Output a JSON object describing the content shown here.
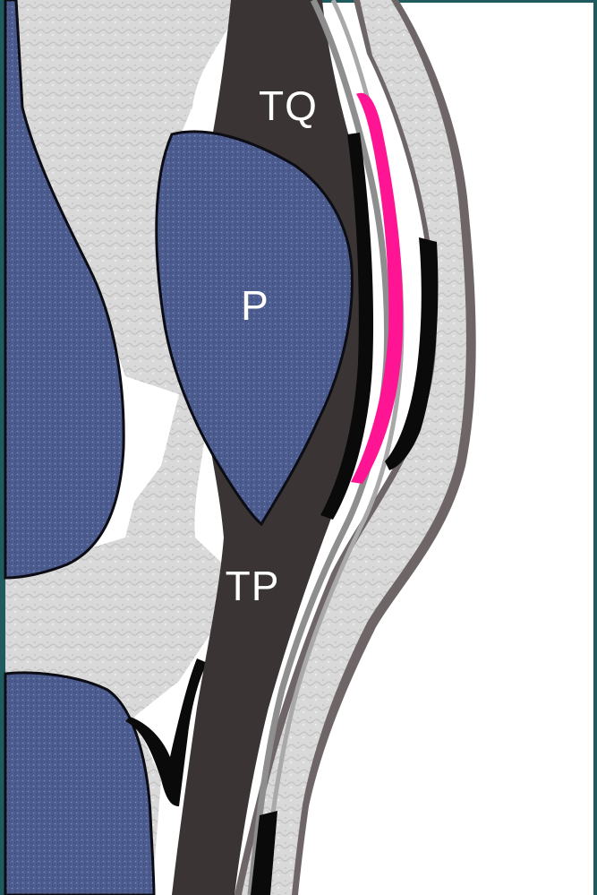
{
  "diagram": {
    "labels": {
      "quadriceps_tendon": "TQ",
      "patella": "P",
      "patellar_tendon": "TP"
    },
    "colors": {
      "background": "#ffffff",
      "frame": "#1f5a5e",
      "bone": "#4b5a8c",
      "bone_outline": "#0c0c14",
      "tendon": "#3a3534",
      "soft_tissue": "#d6d6d6",
      "skin": "#6e6567",
      "bursa_highlight": "#ff1493",
      "dark_layer": "#0a0a0a"
    }
  }
}
